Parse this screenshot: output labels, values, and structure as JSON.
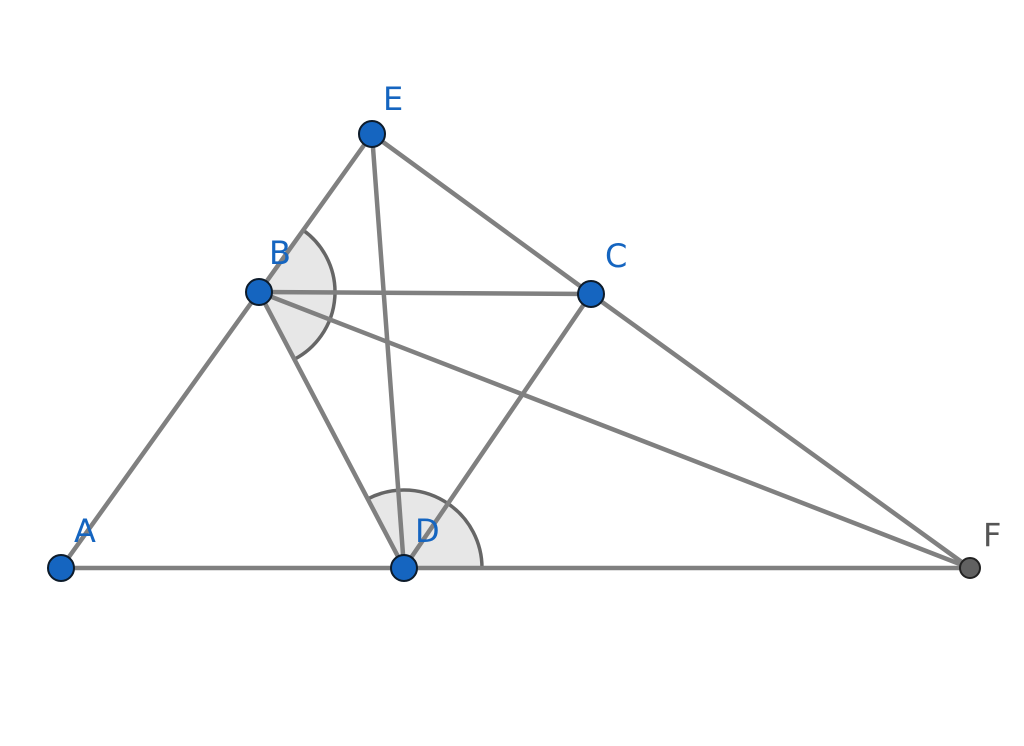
{
  "diagram": {
    "points": [
      {
        "id": "A",
        "label": "A",
        "color": "#1565c0"
      },
      {
        "id": "B",
        "label": "B",
        "color": "#1565c0"
      },
      {
        "id": "C",
        "label": "C",
        "color": "#1565c0"
      },
      {
        "id": "D",
        "label": "D",
        "color": "#1565c0"
      },
      {
        "id": "E",
        "label": "E",
        "color": "#1565c0"
      },
      {
        "id": "F",
        "label": "F",
        "color": "#616161"
      }
    ],
    "segments": [
      [
        "A",
        "D"
      ],
      [
        "D",
        "F"
      ],
      [
        "A",
        "B"
      ],
      [
        "B",
        "E"
      ],
      [
        "E",
        "C"
      ],
      [
        "C",
        "F"
      ],
      [
        "E",
        "D"
      ],
      [
        "B",
        "C"
      ],
      [
        "B",
        "D"
      ],
      [
        "B",
        "F"
      ],
      [
        "D",
        "C"
      ]
    ],
    "angles": [
      {
        "vertex": "B",
        "from": "D",
        "to": "E"
      },
      {
        "vertex": "D",
        "from": "F",
        "to": "B"
      }
    ],
    "line_color": "#808080",
    "angle_fill_color": "#d3d3d3"
  }
}
